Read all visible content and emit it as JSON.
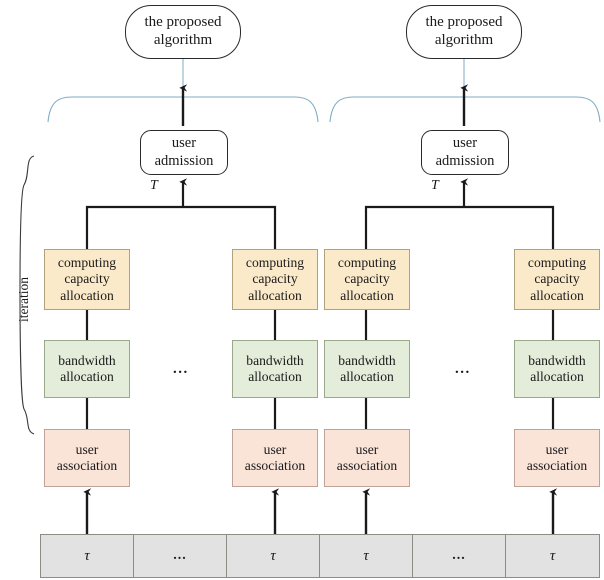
{
  "figure": {
    "title_node": {
      "label": "the proposed\nalgorithm",
      "line1": "the proposed",
      "line2": "algorithm"
    },
    "iteration_label": "iteration",
    "ellipsis": "...",
    "groups": [
      {
        "admission": {
          "line1": "user",
          "line2": "admission"
        },
        "admission_edge_label": "T",
        "columns": [
          {
            "computing": {
              "line1": "computing",
              "line2": "capacity",
              "line3": "allocation"
            },
            "bandwidth": {
              "line1": "bandwidth",
              "line2": "allocation"
            },
            "association": {
              "line1": "user",
              "line2": "association"
            }
          },
          {
            "computing": {
              "line1": "computing",
              "line2": "capacity",
              "line3": "allocation"
            },
            "bandwidth": {
              "line1": "bandwidth",
              "line2": "allocation"
            },
            "association": {
              "line1": "user",
              "line2": "association"
            }
          }
        ]
      },
      {
        "admission": {
          "line1": "user",
          "line2": "admission"
        },
        "admission_edge_label": "T",
        "columns": [
          {
            "computing": {
              "line1": "computing",
              "line2": "capacity",
              "line3": "allocation"
            },
            "bandwidth": {
              "line1": "bandwidth",
              "line2": "allocation"
            },
            "association": {
              "line1": "user",
              "line2": "association"
            }
          },
          {
            "computing": {
              "line1": "computing",
              "line2": "capacity",
              "line3": "allocation"
            },
            "bandwidth": {
              "line1": "bandwidth",
              "line2": "allocation"
            },
            "association": {
              "line1": "user",
              "line2": "association"
            }
          }
        ]
      }
    ],
    "timeline": {
      "cells": [
        {
          "label": "τ",
          "kind": "tau"
        },
        {
          "label": "...",
          "kind": "dots"
        },
        {
          "label": "τ",
          "kind": "tau"
        },
        {
          "label": "τ",
          "kind": "tau"
        },
        {
          "label": "...",
          "kind": "dots"
        },
        {
          "label": "τ",
          "kind": "tau"
        }
      ]
    },
    "colors": {
      "computing_fill": "#fbeaca",
      "bandwidth_fill": "#e4ecda",
      "association_fill": "#fae3d7",
      "timeline_fill": "#e2e2e2",
      "brace_stroke": "#7fadc4",
      "edge_stroke": "#1a1a1a"
    }
  }
}
